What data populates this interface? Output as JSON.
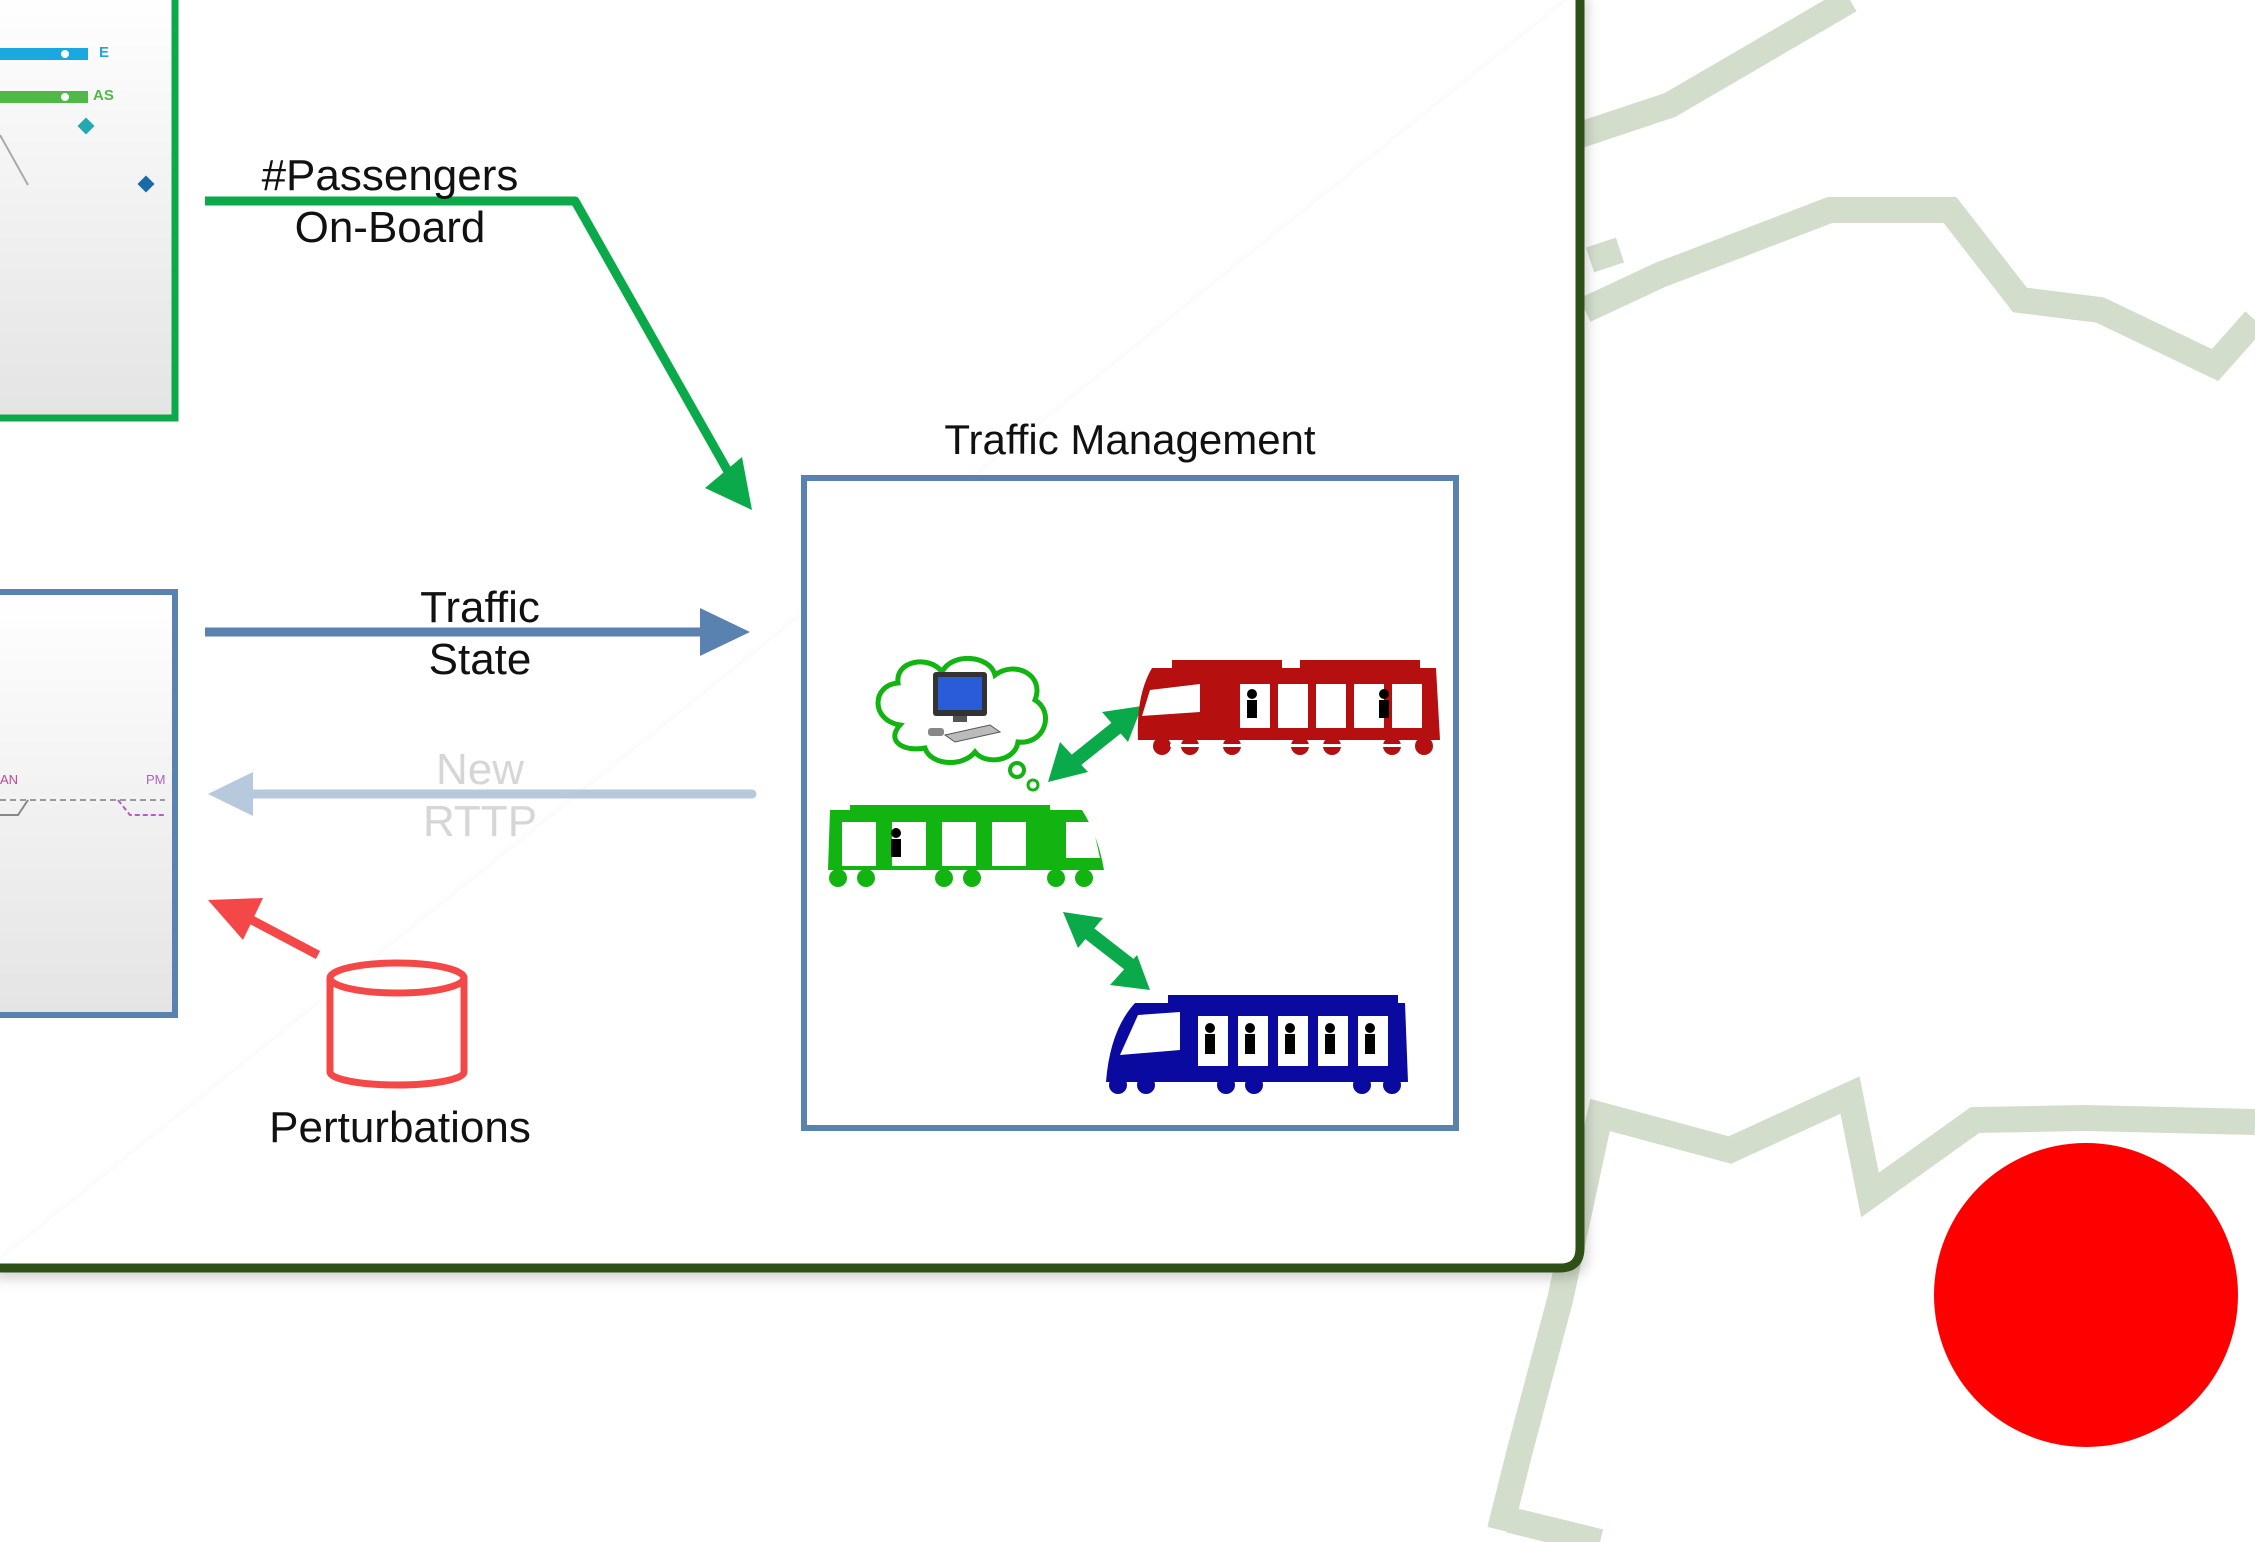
{
  "diagram": {
    "labels": {
      "passengers_line1": "#Passengers",
      "passengers_line2": "On-Board",
      "traffic_state_line1": "Traffic",
      "traffic_state_line2": "State",
      "new_rttp_line1": "New",
      "new_rttp_line2": "RTTP",
      "traffic_management": "Traffic Management",
      "perturbations": "Perturbations"
    },
    "left_panel_fragments": {
      "legend_e": "E",
      "legend_as": "AS",
      "tag_an": "AN",
      "tag_pm": "PM"
    },
    "colors": {
      "frame_dark_green": "#2d5016",
      "passengers_arrow": "#0aaa4a",
      "traffic_state_arrow": "#5a82b0",
      "new_rttp_arrow": "#b7c9dd",
      "perturbations": "#f44848",
      "map_lines": "#d3ddcc",
      "red_dot": "#ff0000",
      "train_red": "#b50f0f",
      "train_green": "#11b411",
      "train_blue": "#0a0aa0",
      "tm_box_border": "#5a82b0"
    },
    "icons": [
      "computer-in-thought-cloud-icon",
      "red-train-icon",
      "green-train-icon",
      "blue-train-icon",
      "database-cylinder-icon"
    ]
  }
}
